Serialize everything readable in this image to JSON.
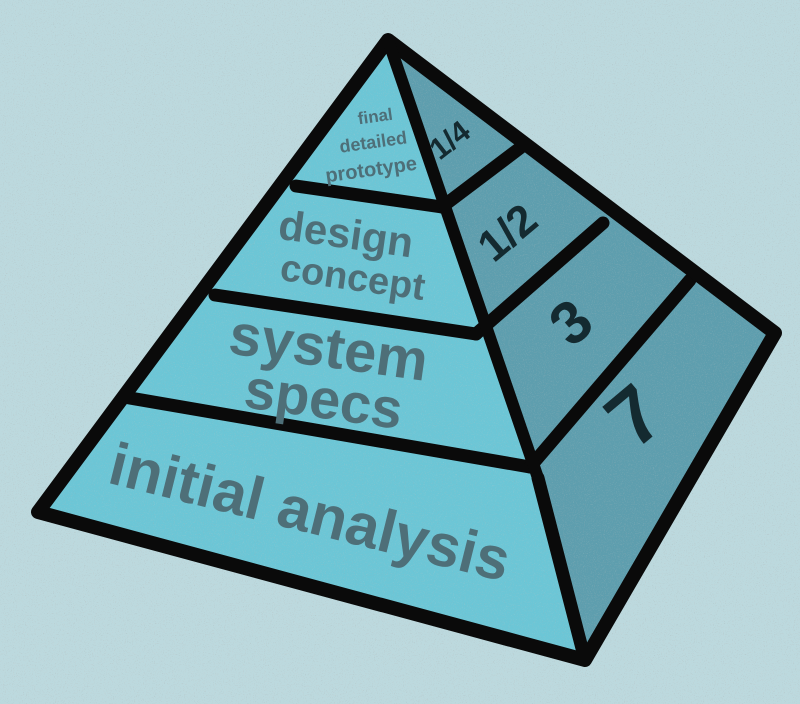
{
  "colors": {
    "background": "#bcd9de",
    "front_face": "#6cc6d6",
    "side_face": "#5e9eae",
    "outline": "#0a0a0a",
    "label_text": "#4e6f78",
    "number_text": "#142a30"
  },
  "pyramid": {
    "levels": [
      {
        "label_lines": [
          "final",
          "detailed",
          "prototype"
        ],
        "number": "1/4"
      },
      {
        "label_lines": [
          "design",
          "concept"
        ],
        "number": "1/2"
      },
      {
        "label_lines": [
          "system",
          "specs"
        ],
        "number": "3"
      },
      {
        "label_lines": [
          "initial analysis"
        ],
        "number": "7"
      }
    ]
  }
}
